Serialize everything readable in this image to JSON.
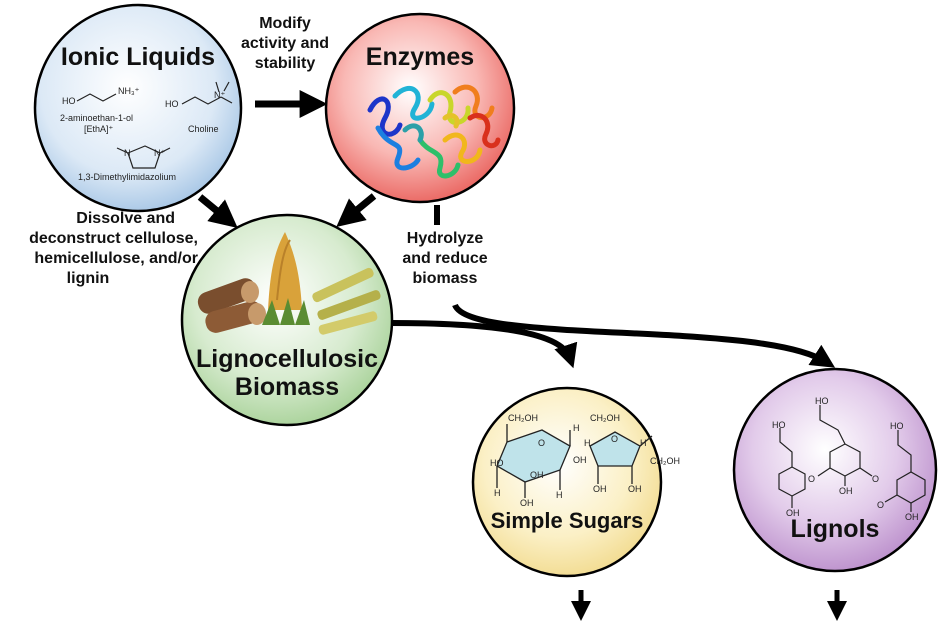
{
  "nodes": {
    "ionic_liquids": {
      "title": "Ionic Liquids",
      "compounds": [
        {
          "name": "2-aminoethan-1-ol",
          "sub": "[EthA]⁺",
          "groups": [
            "HO",
            "NH₃⁺"
          ]
        },
        {
          "name": "Choline",
          "groups": [
            "HO",
            "N⁺"
          ]
        },
        {
          "name": "1,3-Dimethylimidazolium",
          "groups": [
            "N",
            "N⁺"
          ]
        }
      ]
    },
    "enzymes": {
      "title": "Enzymes"
    },
    "biomass": {
      "title_line1": "Lignocellulosic",
      "title_line2": "Biomass"
    },
    "sugars": {
      "title": "Simple Sugars",
      "groups": [
        "CH₂OH",
        "H",
        "OH",
        "HO",
        "OH",
        "H",
        "H",
        "OH",
        "CH₂OH",
        "O",
        "H",
        "H",
        "OH",
        "OH",
        "CH₂OH",
        "O"
      ]
    },
    "lignols": {
      "title": "Lignols",
      "groups": [
        "HO",
        "OH",
        "O",
        "O",
        "OH",
        "HO",
        "HO",
        "O",
        "OH"
      ]
    }
  },
  "edges": {
    "modify": [
      "Modify",
      "activity and",
      "stability"
    ],
    "dissolve": [
      "Dissolve and",
      "deconstruct cellulose,",
      "hemicellulose, and/or",
      "lignin"
    ],
    "hydrolyze": [
      "Hydrolyze",
      "and reduce",
      "biomass"
    ]
  },
  "colors": {
    "ionic_liquids": "#b8d4ee",
    "enzymes": "#f07470",
    "biomass": "#b5d9a8",
    "sugars": "#f8e7a8",
    "lignols": "#c9a1d6",
    "arrow": "#000000"
  }
}
